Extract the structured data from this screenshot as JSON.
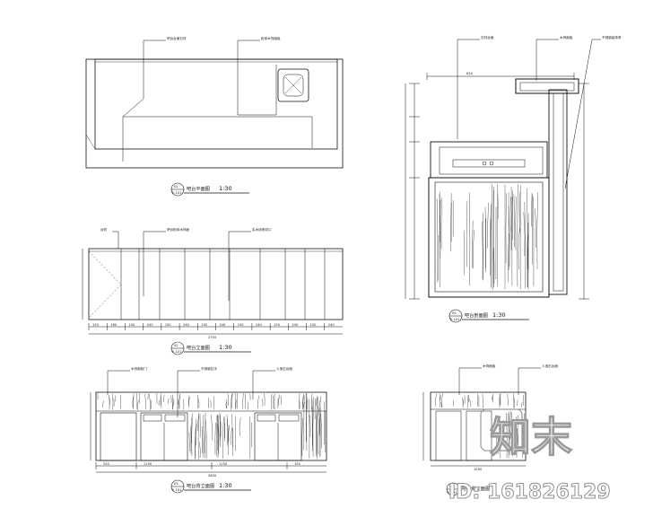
{
  "drawing_sheet": {
    "views": [
      {
        "id": "plan",
        "title": "吧台平面图",
        "scale": "1:30",
        "tag_top": "01",
        "tag_bottom": "E-101"
      },
      {
        "id": "front",
        "title": "吧台立面图",
        "scale": "1:30",
        "tag_top": "02",
        "tag_bottom": "E-101"
      },
      {
        "id": "rear",
        "title": "吧台背立面图",
        "scale": "1:30",
        "tag_top": "03",
        "tag_bottom": "E-101"
      },
      {
        "id": "section",
        "title": "吧台剖面图",
        "scale": "1:30",
        "tag_top": "05",
        "tag_bottom": "E-101"
      },
      {
        "id": "side",
        "title": "吧台侧立面图",
        "scale": "",
        "tag_top": "04",
        "tag_bottom": "E-101"
      }
    ],
    "plan_notes": [
      "吧台台面石材",
      "柜体木饰面板"
    ],
    "front_notes": [
      "台阶",
      "吧台柜体木饰面",
      "实木线条收口"
    ],
    "rear_notes": [
      "木饰面柜门",
      "不锈钢拉手",
      "人造石台面"
    ],
    "section_notes": [
      "石材台面",
      "木饰面板",
      "不锈钢装饰条"
    ],
    "side_notes": [
      "木饰面板",
      "人造石台面"
    ],
    "front_dims": [
      "150",
      "180",
      "150",
      "240",
      "150",
      "240",
      "150",
      "240",
      "150",
      "240",
      "150",
      "240",
      "150",
      "240"
    ],
    "front_total": "2700",
    "rear_dims": [
      "250",
      "1150",
      "1150",
      "150"
    ],
    "rear_total": "2650",
    "side_total": "1050",
    "section_top_dim": "620"
  },
  "watermark": {
    "logo_text": "知末",
    "id_text": "ID: 161826129"
  }
}
